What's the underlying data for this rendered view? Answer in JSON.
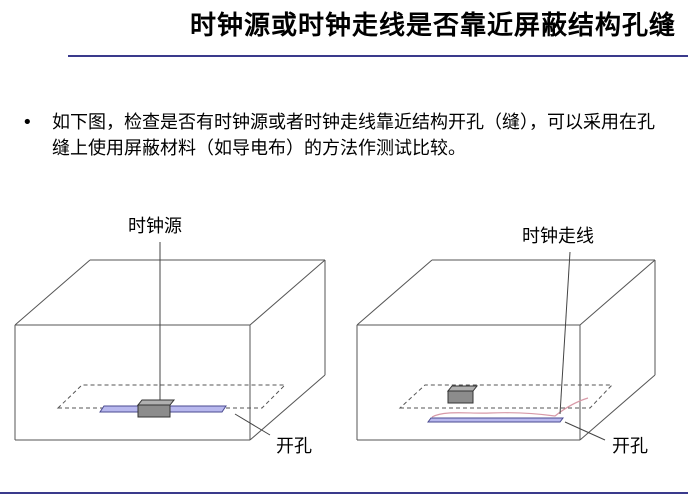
{
  "slide": {
    "title": "时钟源或时钟走线是否靠近屏蔽结构孔缝",
    "bullet_marker": "•",
    "bullet_text": "如下图，检查是否有时钟源或者时钟走线靠近结构开孔（缝），可以采用在孔缝上使用屏蔽材料（如导电布）的方法作测试比较。"
  },
  "diagram_left": {
    "top_label": "时钟源",
    "bottom_label": "开孔"
  },
  "diagram_right": {
    "top_label": "时钟走线",
    "bottom_label": "开孔"
  },
  "colors": {
    "rule": "#3a3a8c",
    "strip": "#b8b8ee",
    "component": "#8c8c8c",
    "trace": "#d89aa8"
  }
}
